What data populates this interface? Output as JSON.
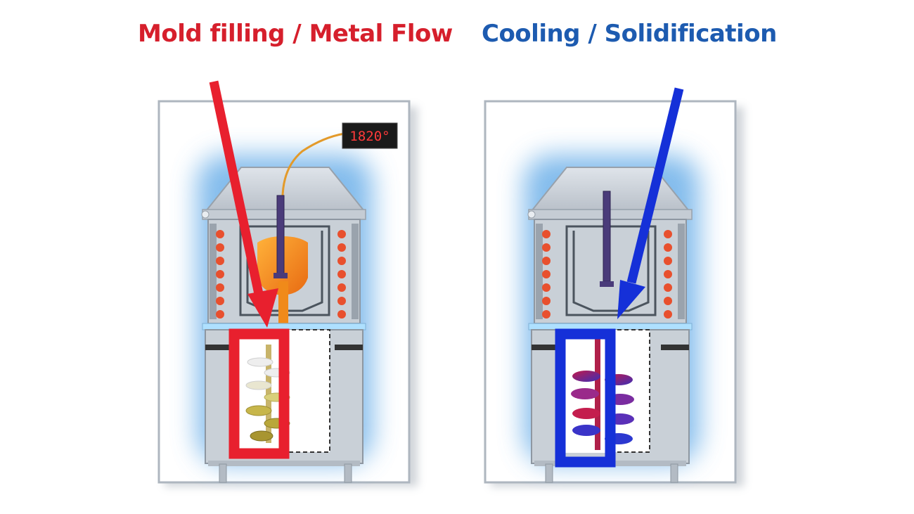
{
  "titles": {
    "left": "Mold filling / Metal Flow",
    "right": "Cooling / Solidification"
  },
  "temperature_readout": "1820°",
  "colors": {
    "left_accent": "#d61f2c",
    "right_accent": "#1d5bb0",
    "arrow_red": "#e8202e",
    "arrow_blue": "#1530d8",
    "molten_metal": "#f08a1a",
    "coil": "#e8502e",
    "glow": "#5aa6e6"
  },
  "icons": {
    "left_arrow": "arrow-down-left-icon",
    "right_arrow": "arrow-down-left-icon"
  }
}
